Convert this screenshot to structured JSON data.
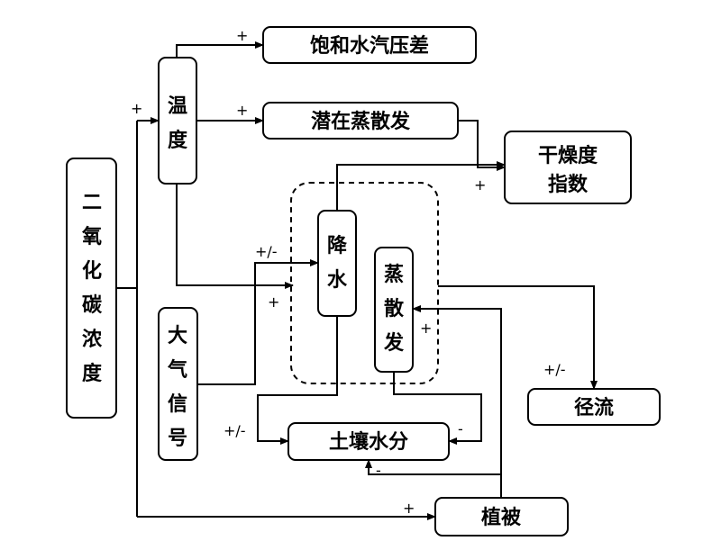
{
  "nodes": {
    "co2": [
      "二",
      "氧",
      "化",
      "碳",
      "浓",
      "度"
    ],
    "temperature": [
      "温",
      "度"
    ],
    "vpd": "饱和水汽压差",
    "pet": "潜在蒸散发",
    "dryness": [
      "干燥度",
      "指数"
    ],
    "precipitation": [
      "降",
      "水"
    ],
    "evapotranspiration": [
      "蒸",
      "散",
      "发"
    ],
    "atmospheric_signal": [
      "大",
      "气",
      "信",
      "号"
    ],
    "soil_moisture": "土壤水分",
    "runoff": "径流",
    "vegetation": "植被"
  },
  "signs": {
    "temp_to_vpd": "+",
    "co2_to_temp": "+",
    "temp_to_pet": "+",
    "to_dryness": "+",
    "signal_to_precip": "+/-",
    "temp_to_precip": "+",
    "veg_to_evap": "+",
    "to_runoff": "+/-",
    "precip_to_soil": "+/-",
    "evap_to_soil": "-",
    "veg_to_soil": "-",
    "co2_to_veg": "+"
  }
}
